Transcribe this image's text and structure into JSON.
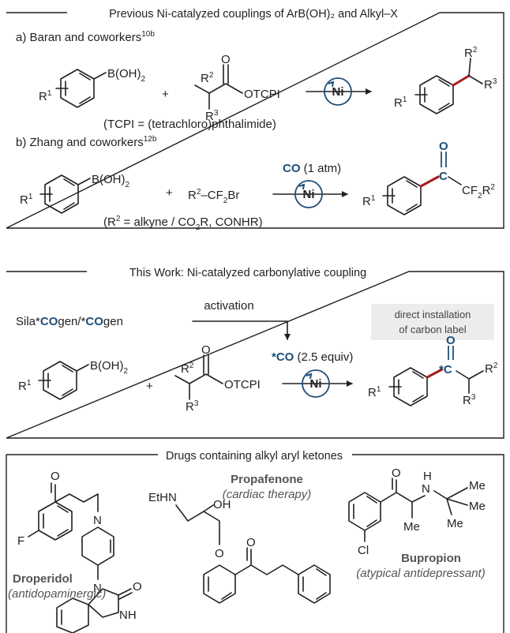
{
  "panel1": {
    "title": "Previous Ni-catalyzed couplings of ArB(OH)₂ and Alkyl–X",
    "a_label": "a)  Baran and coworkers",
    "a_ref": "10b",
    "b_label": "b)  Zhang and coworkers",
    "b_ref": "12b",
    "tcpi_note": "(TCPI = (tetrachloro)phthalimide)",
    "b_note_pre": "(R",
    "b_note_post": " = alkyne / CO",
    "b_note_tail": "R, CONHR)",
    "co_atm": "CO",
    "co_atm_rest": " (1 atm)"
  },
  "panel2": {
    "title": "This Work: Ni-catalyzed carbonylative coupling",
    "sila": "Sila*COgen/*COgen",
    "sila_p1": "Sila*",
    "sila_co1": "CO",
    "sila_p2": "gen/*",
    "sila_co2": "CO",
    "sila_p3": "gen",
    "activation": "activation",
    "co_equiv": "*CO",
    "co_equiv_rest": " (2.5 equiv)",
    "install_line1": "direct installation",
    "install_line2": "of carbon label"
  },
  "panel3": {
    "title": "Drugs containing alkyl aryl ketones",
    "drug1_name": "Droperidol",
    "drug1_use": "(antidopaminergic)",
    "drug2_name": "Propafenone",
    "drug2_use": "(cardiac therapy)",
    "drug3_name": "Bupropion",
    "drug3_use": "(atypical antidepressant)"
  },
  "chem": {
    "boh2": "B(OH)",
    "two": "2",
    "plus": "+",
    "R": "R",
    "one": "1",
    "three": "3",
    "otcpi": "OTCPI",
    "ni": "Ni",
    "o": "O",
    "c_star": "*C",
    "c": "C",
    "cf2br_a": "R",
    "cf2br_b": "–CF",
    "cf2br_c": "Br",
    "cf2r2": "CF",
    "ethn": "EtHN",
    "oh": "OH",
    "f": "F",
    "n": "N",
    "nh": "NH",
    "h": "H",
    "cl": "Cl",
    "me": "Me"
  }
}
